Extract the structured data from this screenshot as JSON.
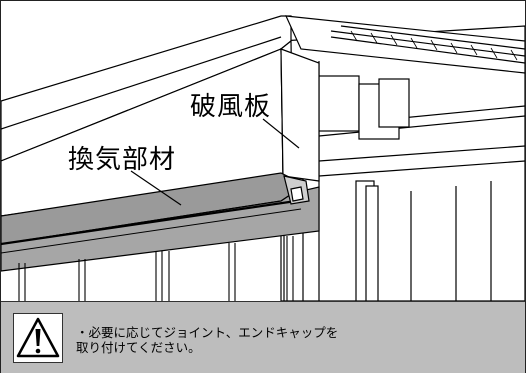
{
  "callouts": {
    "fascia_board": "破風板",
    "ventilation_member": "換気部材"
  },
  "note": {
    "line1": "・必要に応じてジョイント、エンドキャップを",
    "line2": "取り付けてください。"
  },
  "icons": {
    "warning": "warning-triangle-icon"
  },
  "colors": {
    "note_background": "#bdbdbd",
    "vent_panel": "#9a9a9a",
    "line": "#000000"
  }
}
